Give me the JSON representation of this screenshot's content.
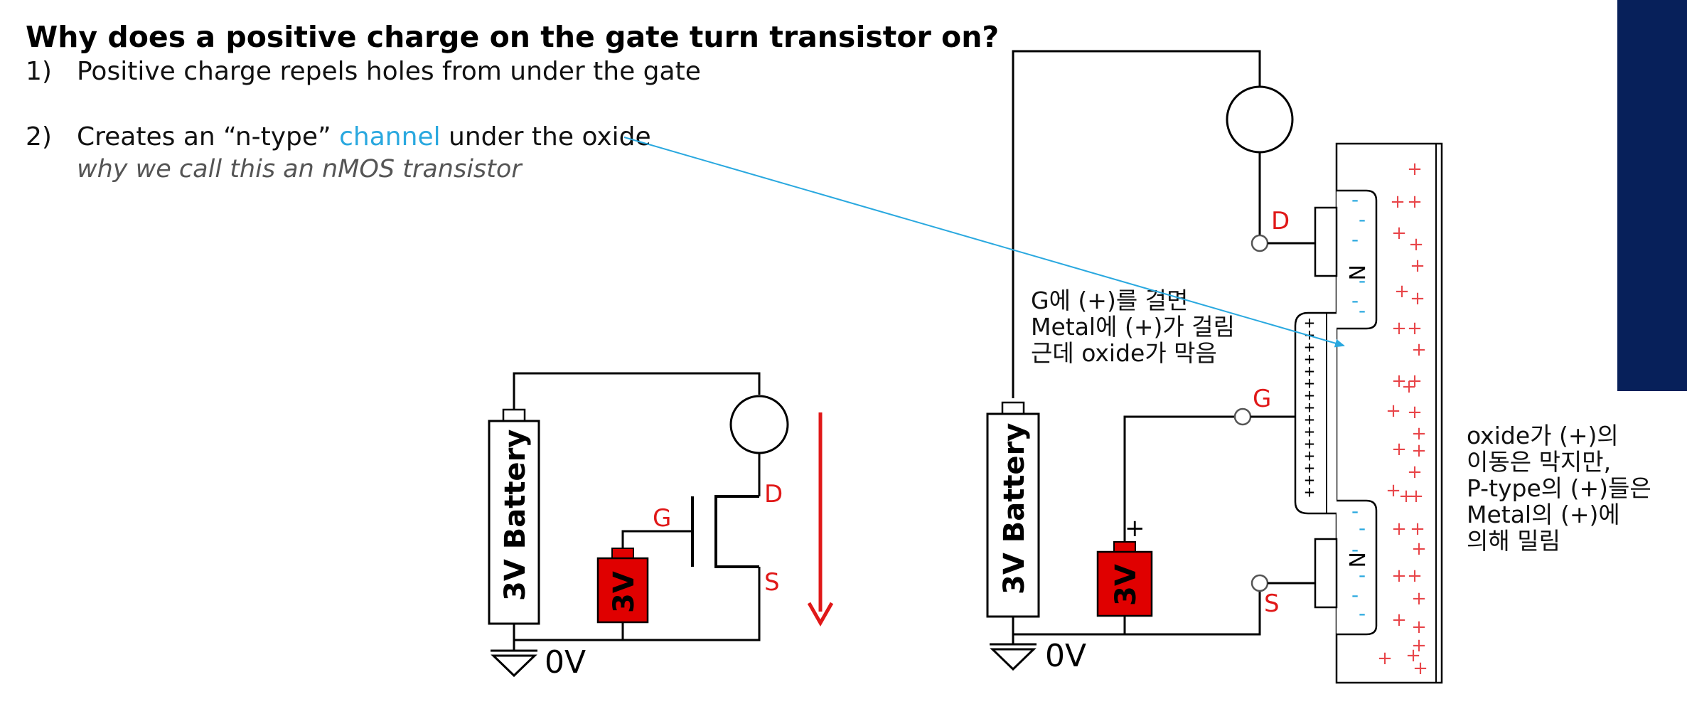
{
  "slide": {
    "title": "Why does a positive charge on the gate turn transistor on?",
    "items": [
      {
        "number": "1)",
        "text": "Positive charge repels holes from under the gate"
      },
      {
        "number": "2)",
        "text_before": "Creates an “n-type” ",
        "highlight": "channel",
        "text_after": " under the oxide"
      }
    ],
    "subtitle": "why we call this an nMOS transistor",
    "note_gate": "G에 (+)를 걸면\nMetal에 (+)가 걸림\n근데 oxide가 막음",
    "note_side": "oxide가 (+)의\n이동은 막지만,\nP-type의 (+)들은\nMetal의 (+)에\n의해 밀림"
  },
  "circuit_left": {
    "battery_label": "3V Battery",
    "small_battery_label": "3V",
    "ground_label": "0V",
    "gate_label": "G",
    "drain_label": "D",
    "source_label": "S"
  },
  "circuit_right": {
    "battery_label": "3V Battery",
    "small_battery_label": "3V",
    "plus_label": "+",
    "ground_label": "0V",
    "gate_label": "G",
    "drain_label": "D",
    "source_label": "S",
    "n_region_label": "N",
    "gate_plus": "+",
    "p_plus": "+",
    "n_minus": "-"
  },
  "colors": {
    "accent": "#29a8df",
    "terminal": "#e01818",
    "battery": "#e00000",
    "sidebar": "#07205a",
    "arrow": "#e01818"
  }
}
